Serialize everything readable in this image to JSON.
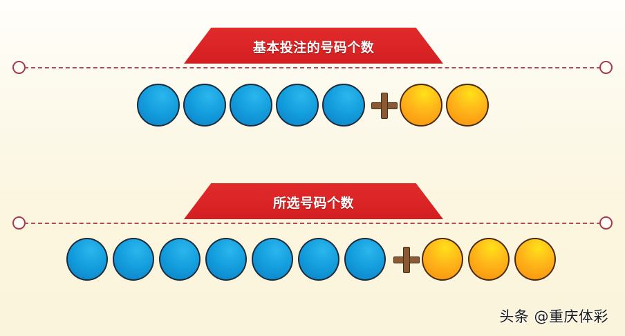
{
  "sections": [
    {
      "title": "基本投注的号码个数",
      "blue_count": 5,
      "orange_count": 2,
      "operator": "+"
    },
    {
      "title": "所选号码个数",
      "blue_count": 7,
      "orange_count": 3,
      "operator": "+"
    }
  ],
  "colors": {
    "banner": "#d41f22",
    "blue_ball": "#149fde",
    "orange_ball": "#ffb51a",
    "plus": "#8a5a34",
    "dashed_rule": "#b3485a",
    "background": "#fcf6e0"
  },
  "watermark": "头条 @重庆体彩"
}
